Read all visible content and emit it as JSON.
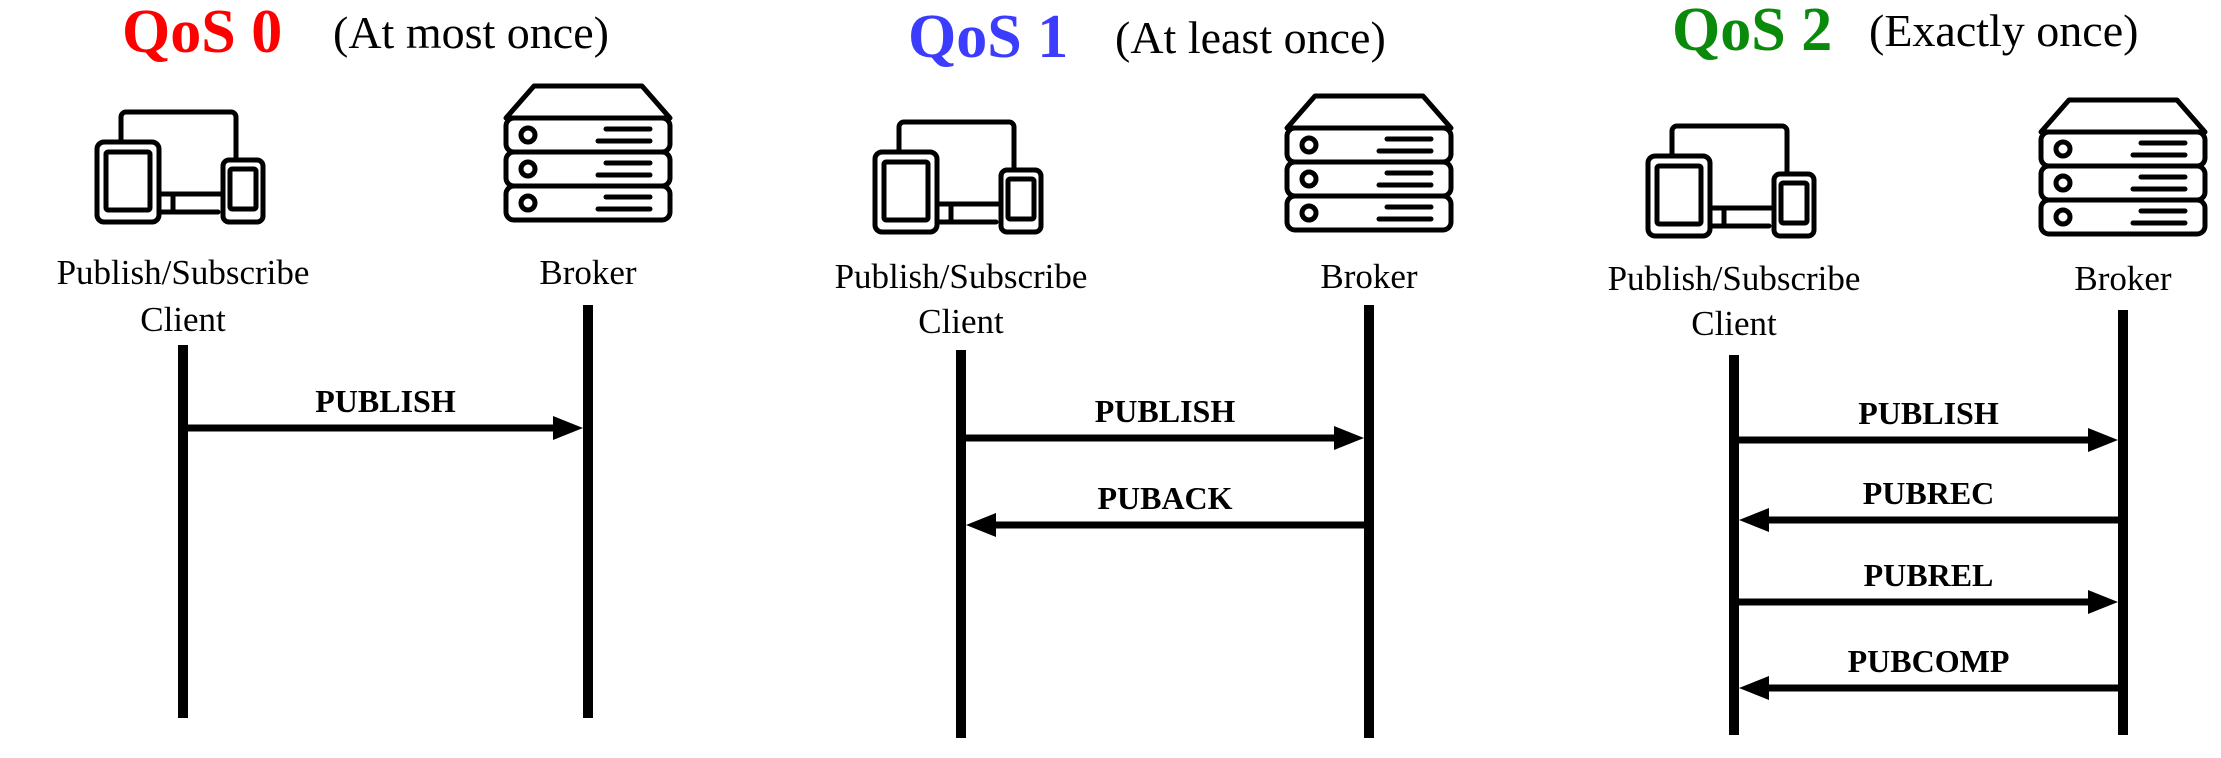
{
  "panels": [
    {
      "qos_label": "QoS 0",
      "qos_color": "#ff0000",
      "subtitle": "(At most once)",
      "client_label_line1": "Publish/Subscribe",
      "client_label_line2": "Client",
      "broker_label": "Broker",
      "client_icon": "devices-icon",
      "broker_icon": "server-icon",
      "messages": [
        {
          "label": "PUBLISH",
          "direction": "client-to-broker"
        }
      ]
    },
    {
      "qos_label": "QoS 1",
      "qos_color": "#3c3cff",
      "subtitle": "(At least once)",
      "client_label_line1": "Publish/Subscribe",
      "client_label_line2": "Client",
      "broker_label": "Broker",
      "client_icon": "devices-icon",
      "broker_icon": "server-icon",
      "messages": [
        {
          "label": "PUBLISH",
          "direction": "client-to-broker"
        },
        {
          "label": "PUBACK",
          "direction": "broker-to-client"
        }
      ]
    },
    {
      "qos_label": "QoS 2",
      "qos_color": "#0a8a0a",
      "subtitle": "(Exactly once)",
      "client_label_line1": "Publish/Subscribe",
      "client_label_line2": "Client",
      "broker_label": "Broker",
      "client_icon": "devices-icon",
      "broker_icon": "server-icon",
      "messages": [
        {
          "label": "PUBLISH",
          "direction": "client-to-broker"
        },
        {
          "label": "PUBREC",
          "direction": "broker-to-client"
        },
        {
          "label": "PUBREL",
          "direction": "client-to-broker"
        },
        {
          "label": "PUBCOMP",
          "direction": "broker-to-client"
        }
      ]
    }
  ]
}
